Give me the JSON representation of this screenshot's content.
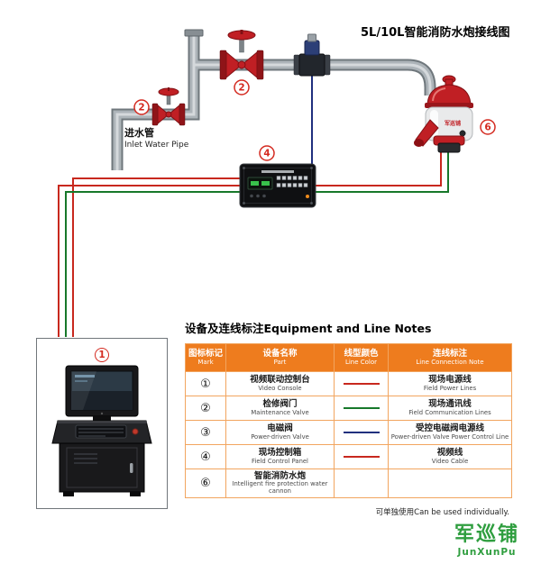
{
  "colors": {
    "power_line": "#c8281e",
    "comm_line": "#17782a",
    "solenoid_line": "#20307e",
    "video_line": "#c8281e",
    "valve_red": "#c01f24",
    "marker_red": "#d42a20",
    "header_orange": "#ee7c1e",
    "table_border": "#f2a55f",
    "logo_green": "#2f9e3f",
    "pipe_gray": "#adb4b9"
  },
  "diagram": {
    "title": "5L/10L智能消防水炮接线图",
    "inlet_label_cn": "进水管",
    "inlet_label_en": "Inlet Water Pipe",
    "cannon_brand": "军巡铺",
    "markers": {
      "console": "1",
      "valve_left": "2",
      "valve_top": "2",
      "panel": "4",
      "cannon": "6"
    }
  },
  "table": {
    "title": "设备及连线标注Equipment and Line Notes",
    "headers": {
      "mark_cn": "图标标记",
      "mark_en": "Mark",
      "part_cn": "设备名称",
      "part_en": "Part",
      "color_cn": "线型颜色",
      "color_en": "Line Color",
      "note_cn": "连线标注",
      "note_en": "Line Connection Note"
    },
    "rows": [
      {
        "mark": "①",
        "part_cn": "视频联动控制台",
        "part_en": "Video Console",
        "line_color": "#c8281e",
        "note_cn": "现场电源线",
        "note_en": "Field Power Lines"
      },
      {
        "mark": "②",
        "part_cn": "检修阀门",
        "part_en": "Maintenance Valve",
        "line_color": "#17782a",
        "note_cn": "现场通讯线",
        "note_en": "Field Communication Lines"
      },
      {
        "mark": "③",
        "part_cn": "电磁阀",
        "part_en": "Power-driven Valve",
        "line_color": "#20307e",
        "note_cn": "受控电磁阀电源线",
        "note_en": "Power-driven Valve Power Control Line"
      },
      {
        "mark": "④",
        "part_cn": "现场控制箱",
        "part_en": "Field Control Panel",
        "line_color": "#c8281e",
        "note_cn": "视频线",
        "note_en": "Video Cable"
      },
      {
        "mark": "⑥",
        "part_cn": "智能消防水炮",
        "part_en": "Intelligent fire protection water cannon",
        "line_color": "",
        "note_cn": "",
        "note_en": ""
      }
    ],
    "footnote": "可单独使用Can be used individually."
  },
  "logo": {
    "cn": "军巡铺",
    "en": "JunXunPu"
  }
}
